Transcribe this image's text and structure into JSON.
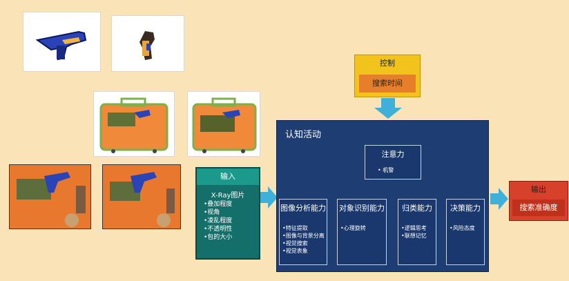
{
  "input": {
    "title": "输入",
    "subtitle": "X-Ray图片",
    "items": [
      "•叠加程度",
      "•视角",
      "•凌乱程度",
      "•不透明性",
      "•包的大小"
    ]
  },
  "control": {
    "title": "控制",
    "item": "搜索时间"
  },
  "cognition": {
    "title": "认知活动",
    "attention": {
      "title": "注意力",
      "item": "• 机警"
    },
    "capabilities": [
      {
        "title": "图像分析能力",
        "items": [
          "•特征提取",
          "•图像与背景分离",
          "•视觉搜索",
          "•视觉表象"
        ]
      },
      {
        "title": "对象识别能力",
        "items": [
          "•心理旋转"
        ]
      },
      {
        "title": "归类能力",
        "items": [
          "•逻辑思考",
          "•联想记忆"
        ]
      },
      {
        "title": "决策能力",
        "items": [
          "•风险态度"
        ]
      }
    ]
  },
  "output": {
    "title": "输出",
    "item": "搜索准确度"
  },
  "colors": {
    "background": "#fbe3b8",
    "arrow_blue": "#3fb0d8",
    "arrow_orange": "#f0962e",
    "panel": "#1d3d73"
  }
}
